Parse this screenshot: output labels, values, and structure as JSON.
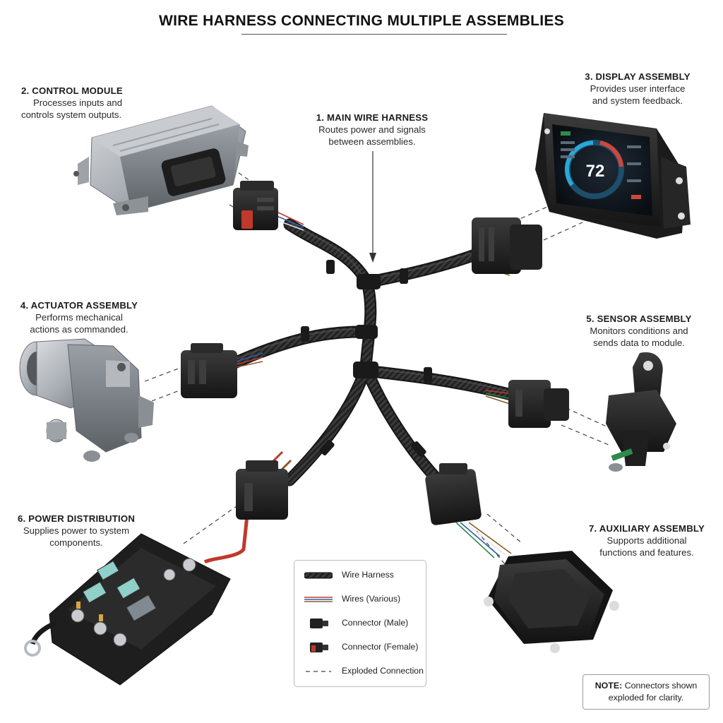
{
  "title": "WIRE HARNESS CONNECTING MULTIPLE ASSEMBLIES",
  "labels": {
    "main_harness": {
      "heading": "1. MAIN WIRE HARNESS",
      "line1": "Routes power and signals",
      "line2": "between assemblies."
    },
    "control_module": {
      "heading": "2. CONTROL MODULE",
      "line1": "Processes inputs and",
      "line2": "controls system outputs."
    },
    "display_assembly": {
      "heading": "3. DISPLAY ASSEMBLY",
      "line1": "Provides user interface",
      "line2": "and system feedback."
    },
    "actuator_assembly": {
      "heading": "4. ACTUATOR ASSEMBLY",
      "line1": "Performs mechanical",
      "line2": "actions as commanded."
    },
    "sensor_assembly": {
      "heading": "5. SENSOR ASSEMBLY",
      "line1": "Monitors conditions and",
      "line2": "sends data to module."
    },
    "power_distribution": {
      "heading": "6. POWER DISTRIBUTION",
      "line1": "Supplies power to system",
      "line2": "components."
    },
    "auxiliary_assembly": {
      "heading": "7. AUXILIARY ASSEMBLY",
      "line1": "Supports additional",
      "line2": "functions and features."
    }
  },
  "display_screen": {
    "reading": "72"
  },
  "legend": [
    {
      "label": "Wire Harness",
      "symbol": "harness-swatch"
    },
    {
      "label": "Wires (Various)",
      "symbol": "wires-swatch"
    },
    {
      "label": "Connector (Male)",
      "symbol": "male-connector-swatch"
    },
    {
      "label": "Connector (Female)",
      "symbol": "female-connector-swatch"
    },
    {
      "label": "Exploded Connection",
      "symbol": "dashed-line-swatch"
    }
  ],
  "note": {
    "bold": "NOTE:",
    "text1": "Connectors shown",
    "text2": "exploded for clarity."
  },
  "colors": {
    "harness": "#1f1f1f",
    "connector": "#262626",
    "connector_female_accent": "#c0392b",
    "metal": "#a8adb3",
    "wire_red": "#c0392b",
    "wire_blue": "#2e5fa8",
    "wire_green": "#2f8a4a",
    "wire_brown": "#8a5a2b",
    "wire_white": "#e6e6e6",
    "screen_accent": "#2aa8d8"
  }
}
